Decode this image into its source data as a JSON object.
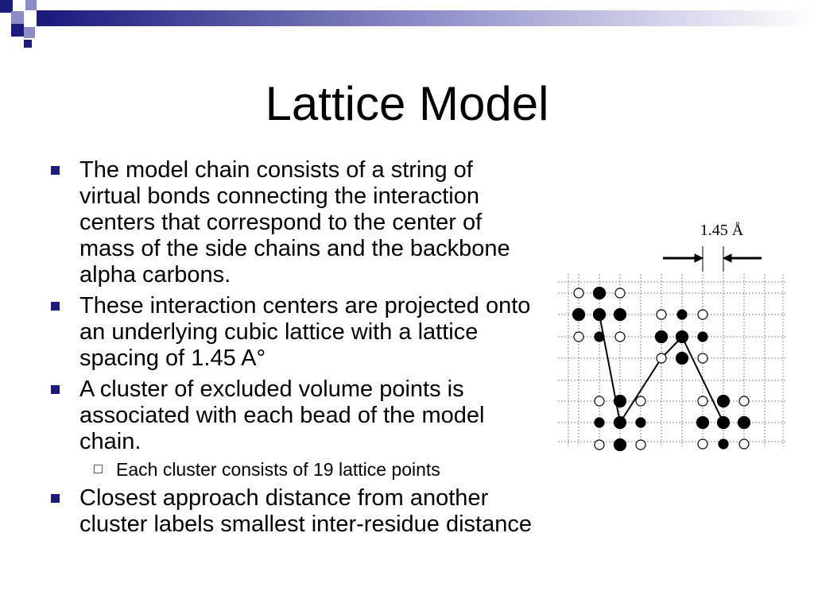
{
  "slide": {
    "title": "Lattice Model",
    "bullets": [
      "The model chain consists of a string of virtual bonds connecting the interaction centers that correspond to the center of mass of the side chains and the backbone alpha carbons.",
      "These interaction centers are projected onto an underlying cubic lattice with a lattice spacing of 1.45 A°",
      "A cluster of excluded volume points is associated with each bead of the model chain.",
      "Closest approach distance from another cluster labels smallest inter-residue distance"
    ],
    "sub_bullets": [
      "Each cluster consists of 19 lattice points"
    ]
  },
  "figure": {
    "spacing_label": "1.45 Å"
  },
  "colors": {
    "bullet": "#1c1c7e",
    "header_dark": "#1c1c7e",
    "header_light": "#8c8cc6"
  }
}
